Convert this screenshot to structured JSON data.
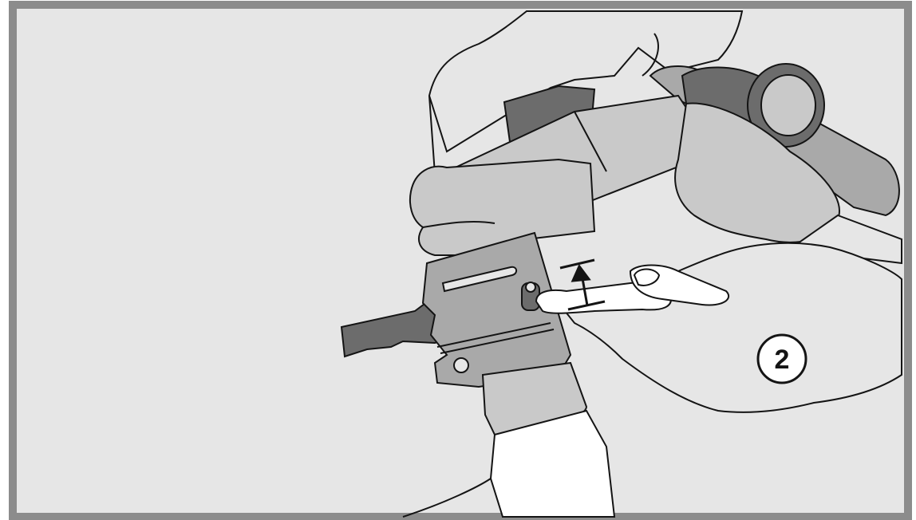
{
  "figure": {
    "step_number": "2",
    "colors": {
      "frame": "#8c8c8c",
      "background": "#e6e6e6",
      "light_gray": "#c9c9c9",
      "mid_gray": "#a9a9a9",
      "dark_gray": "#6c6c6c",
      "outline": "#141414",
      "white": "#ffffff"
    },
    "parts": [
      "hand-left",
      "handle-bar",
      "clamp-bracket",
      "lever",
      "adjustment-knob",
      "grip-sleeve",
      "hand-right",
      "height-arrow",
      "step-badge"
    ]
  }
}
